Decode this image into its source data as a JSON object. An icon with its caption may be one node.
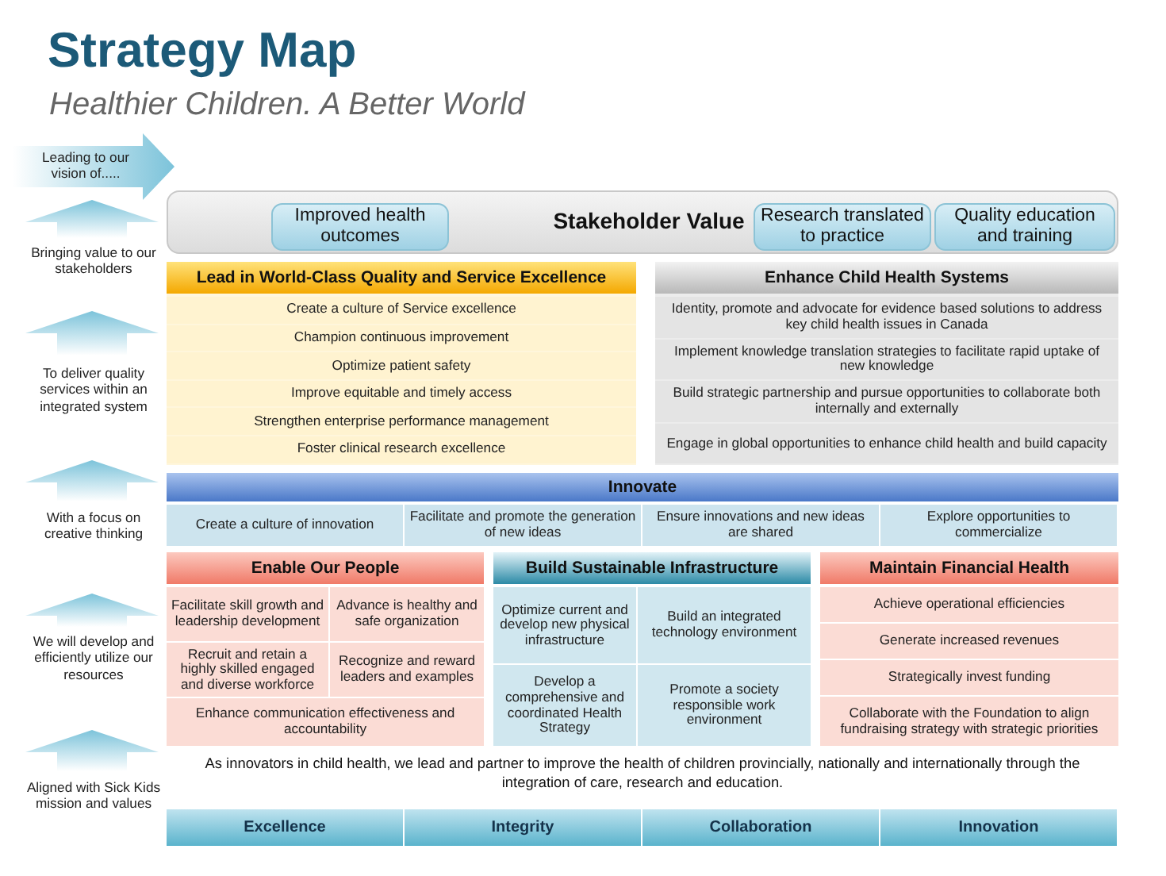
{
  "diagram": {
    "title": "Strategy Map",
    "nodes": [
      {
        "text": [
          "Stakeholder Value"
        ]
      },
      {
        "text": [
          "Improved health outcomes"
        ],
        "in": 0
      },
      {
        "text": [
          "Research translated to practice"
        ],
        "in": 0
      },
      {
        "text": [
          "Quality education and training"
        ],
        "in": 0
      },
      {
        "text": [
          "Lead in World-Class Quality and Service Excellence"
        ]
      },
      {
        "text": [
          "Create a culture of Service excellence"
        ],
        "in": 4
      },
      {
        "text": [
          "Champion continuous improvement"
        ],
        "in": 4
      },
      {
        "text": [
          "Optimize patient safety"
        ],
        "in": 4
      },
      {
        "text": [
          "Improve equitable and timely access"
        ],
        "in": 4
      },
      {
        "text": [
          "Strengthen enterprise performance management"
        ],
        "in": 4
      },
      {
        "text": [
          "Foster clinical research excellence"
        ],
        "in": 4
      },
      {
        "text": [
          "Enhance Child Health Systems"
        ]
      },
      {
        "text": [
          "Identity, promote and advocate for evidence based solutions to address key child health issues in Canada"
        ],
        "in": 11
      },
      {
        "text": [
          "Implement knowledge translation strategies to facilitate rapid uptake of new knowledge"
        ],
        "in": 11
      },
      {
        "text": [
          "Build strategic partnership and pursue opportunities to collaborate both internally and externally"
        ],
        "in": 11
      },
      {
        "text": [
          "Engage in global opportunities to enhance child health and build capacity"
        ],
        "in": 11
      },
      {
        "text": [
          "Innovate"
        ]
      },
      {
        "text": [
          "Create a culture of innovation"
        ],
        "in": 16
      },
      {
        "text": [
          "Facilitate and promote the generation of new ideas"
        ],
        "in": 16
      },
      {
        "text": [
          "Ensure innovations and new ideas are shared"
        ],
        "in": 16
      },
      {
        "text": [
          "Explore opportunities to commercialize"
        ],
        "in": 16
      },
      {
        "text": [
          "Enable Our People"
        ]
      },
      {
        "text": [
          "Facilitate skill growth and leadership development"
        ],
        "in": 21
      },
      {
        "text": [
          "Advance is healthy and safe organization"
        ],
        "in": 21
      },
      {
        "text": [
          "Recruit and retain a highly skilled engaged and diverse workforce"
        ],
        "in": 21
      },
      {
        "text": [
          "Recognize and reward leaders and examples"
        ],
        "in": 21
      },
      {
        "text": [
          "Enhance communication effectiveness and accountability"
        ],
        "in": 21
      },
      {
        "text": [
          "Build Sustainable Infrastructure"
        ]
      },
      {
        "text": [
          "Optimize current and develop new physical infrastructure"
        ],
        "in": 27
      },
      {
        "text": [
          "Build an integrated technology environment"
        ],
        "in": 27
      },
      {
        "text": [
          "Develop a comprehensive and coordinated Health Strategy"
        ],
        "in": 27
      },
      {
        "text": [
          "Promote a society responsible work environment"
        ],
        "in": 27
      },
      {
        "text": [
          "Maintain Financial Health"
        ]
      },
      {
        "text": [
          "Achieve operational efficiencies"
        ],
        "in": 32
      },
      {
        "text": [
          "Generate increased revenues"
        ],
        "in": 32
      },
      {
        "text": [
          "Strategically invest funding"
        ],
        "in": 32
      },
      {
        "text": [
          "Collaborate with the Foundation to align fundraising strategy with strategic priorities"
        ],
        "in": 32
      },
      {
        "text": [
          "Excellence"
        ]
      },
      {
        "text": [
          "Integrity"
        ]
      },
      {
        "text": [
          "Collaboration"
        ]
      },
      {
        "text": [
          "Innovation"
        ]
      }
    ],
    "labels": [
      "Healthier Children. A Better World",
      "Leading to our vision of.....",
      "Bringing value to our stakeholders",
      "To deliver quality services within an integrated system",
      "With a focus on creative thinking",
      "We will develop and efficiently utilize our resources",
      "Aligned with Sick Kids mission and values",
      "As innovators in child health, we lead and partner to improve the health of children provincially, nationally and internationally through the integration of care, research and education."
    ]
  }
}
